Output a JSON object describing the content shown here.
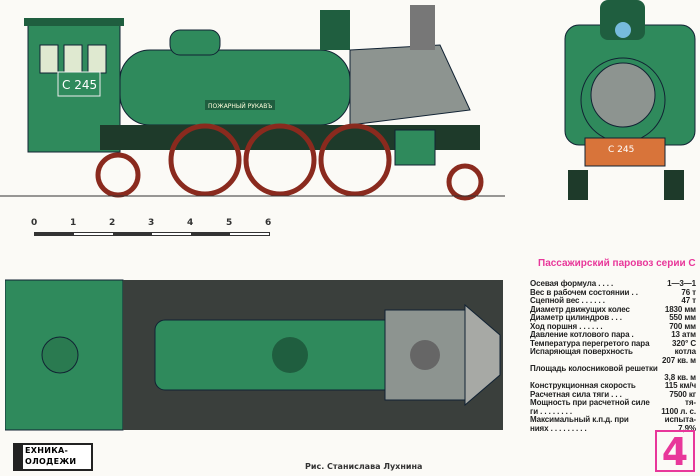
{
  "scale": {
    "ticks": [
      "0",
      "1",
      "2",
      "3",
      "4",
      "5",
      "6"
    ]
  },
  "locomotive": {
    "number": "С 245",
    "plate": "ПОЖАРНЫЙ РУКАВЪ"
  },
  "specs": {
    "title": "Пассажирский паровоз серии С",
    "rows": [
      {
        "label": "Осевая формула . . . .",
        "value": "1—3—1"
      },
      {
        "label": "Вес в рабочем состоянии . .",
        "value": "76 т"
      },
      {
        "label": "Сцепной вес . . . . . .",
        "value": "47 т"
      },
      {
        "label": "Диаметр движущих колес",
        "value": "1830 мм"
      },
      {
        "label": "Диаметр цилиндров . . .",
        "value": "550 мм"
      },
      {
        "label": "Ход поршня . . . . . .",
        "value": "700 мм"
      },
      {
        "label": "Давление котлового пара .",
        "value": "13 атм"
      },
      {
        "label": "Температура перегретого пара",
        "value": "320° С"
      },
      {
        "label": "Испаряющая поверхность",
        "value": "котла"
      },
      {
        "label": "",
        "value": "207 кв. м"
      },
      {
        "label": "Площадь колосниковой решетки",
        "value": ""
      },
      {
        "label": "",
        "value": "3,8 кв. м"
      },
      {
        "label": "Конструкционная скорость",
        "value": "115 км/ч"
      },
      {
        "label": "Расчетная сила тяги . . .",
        "value": "7500 кг"
      },
      {
        "label": "Мощность при расчетной силе",
        "value": "тя-"
      },
      {
        "label": "ги . . . . . . . .",
        "value": "1100 л. с."
      },
      {
        "label": "Максимальный к.п.д. при",
        "value": "испыта-"
      },
      {
        "label": "ниях . . . . . . . . .",
        "value": "7,9%"
      }
    ]
  },
  "logo": {
    "line1": "ЕХНИКА-",
    "line2": "ОЛОДЕЖИ"
  },
  "caption": "Рис. Станислава Лухнина",
  "page_number": "4",
  "colors": {
    "body": "#2f8a5c",
    "body_dark": "#1f5e3f",
    "smokebox": "#8d9490",
    "wheels": "#8a2a1e",
    "accent": "#e8379a",
    "buffer_beam": "#d8743a"
  }
}
